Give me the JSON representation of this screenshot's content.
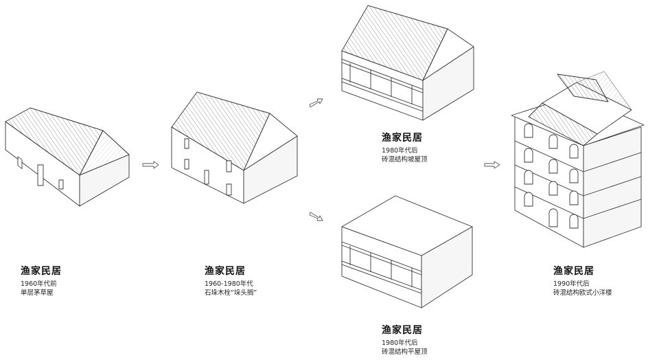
{
  "labels": [
    {
      "title": "渔家民居",
      "line1": "1960年代前",
      "line2": "单层茅草屋"
    },
    {
      "title": "渔家民居",
      "line1": "1960-1980年代",
      "line2": "石垛木栓“垛头搁”"
    },
    {
      "title": "渔家民居",
      "line1": "1980年代后",
      "line2": "砖混结构坡屋顶"
    },
    {
      "title": "渔家民居",
      "line1": "1980年代后",
      "line2": "砖混结构平屋顶"
    },
    {
      "title": "渔家民居",
      "line1": "1990年代后",
      "line2": "砖混结构欧式小洋楼"
    }
  ],
  "colors": {
    "line": "#333333",
    "face_light": "#ffffff",
    "face_dark": "#f6f6f6"
  },
  "icons": [
    "arrow-right-icon",
    "arrow-upright-icon",
    "arrow-downright-icon",
    "arrow-right-icon"
  ]
}
